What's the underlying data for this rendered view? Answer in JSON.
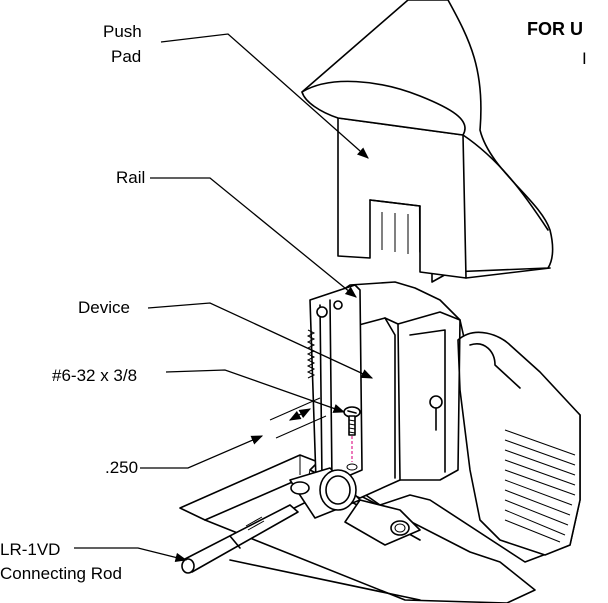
{
  "header": {
    "text": "FOR U",
    "subtext": "I"
  },
  "labels": {
    "push_pad_line1": "Push",
    "push_pad_line2": "Pad",
    "rail": "Rail",
    "device": "Device",
    "screw": "#6-32 x 3/8",
    "dimension": ".250",
    "rod_line1": "LR-1VD",
    "rod_line2": "Connecting Rod"
  },
  "colors": {
    "line": "#000000",
    "background": "#ffffff",
    "screw_axis": "#e0208c"
  }
}
